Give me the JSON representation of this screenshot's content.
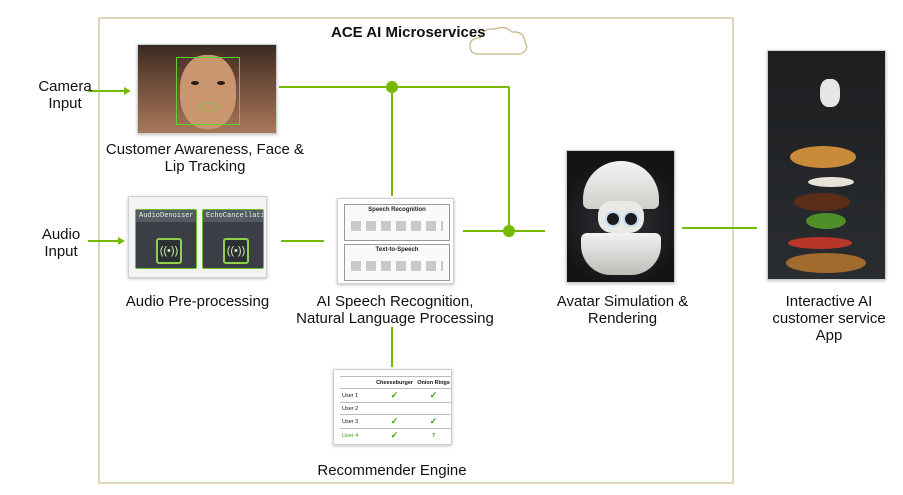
{
  "diagram": {
    "container_title": "ACE AI Microservices",
    "inputs": {
      "camera": "Camera\nInput",
      "audio": "Audio\nInput"
    },
    "nodes": {
      "face_tracking": {
        "label": "Customer Awareness, Face &\nLip Tracking"
      },
      "audio_preprocessing": {
        "label": "Audio Pre-processing",
        "panels": [
          "AudioDenoiser",
          "EchoCancellation"
        ]
      },
      "speech": {
        "label": "AI Speech Recognition,\nNatural Language Processing",
        "sub_titles": [
          "Speech Recognition",
          "Text-to-Speech"
        ]
      },
      "recommender": {
        "label": "Recommender Engine",
        "table": {
          "columns": [
            "",
            "Cheeseburger",
            "Onion Rings"
          ],
          "rows": [
            {
              "user": "User 1",
              "cheeseburger": "✓",
              "onion_rings": "✓"
            },
            {
              "user": "User 2",
              "cheeseburger": "",
              "onion_rings": ""
            },
            {
              "user": "User 3",
              "cheeseburger": "✓",
              "onion_rings": "✓"
            },
            {
              "user": "User 4",
              "cheeseburger": "✓",
              "onion_rings": "?"
            }
          ]
        }
      },
      "avatar": {
        "label": "Avatar Simulation &\nRendering"
      },
      "app": {
        "label": "Interactive AI\ncustomer service\nApp"
      }
    },
    "colors": {
      "connector": "#76b900",
      "container_border": "#c8b98c",
      "cloud_icon": "#c8b98c"
    },
    "icons": [
      "cloud-icon",
      "speaker-icon"
    ]
  }
}
